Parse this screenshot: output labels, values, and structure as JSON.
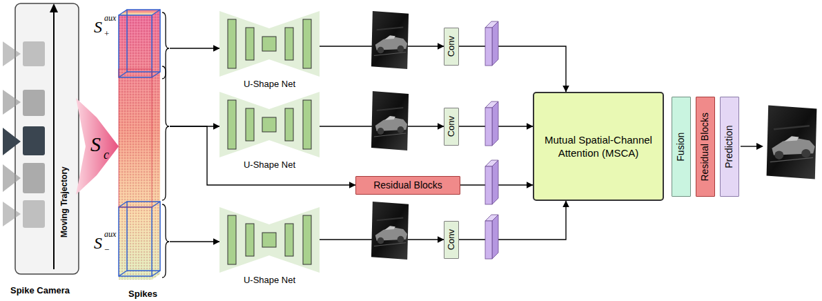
{
  "diagram": {
    "nodes": [
      {
        "text": [
          "Spikes"
        ]
      },
      {
        "text": [
          "U-Shape Net"
        ]
      },
      {
        "text": [
          "U-Shape Net"
        ]
      },
      {
        "text": [
          "U-Shape Net"
        ]
      },
      {
        "text": [
          "Conv"
        ]
      },
      {
        "text": [
          "Conv"
        ]
      },
      {
        "text": [
          "Conv"
        ]
      },
      {
        "text": [
          "Residual Blocks"
        ]
      },
      {
        "text": [
          "Mutual Spatial-Channel Attention (MSCA)"
        ]
      },
      {
        "text": [
          "Fusion"
        ]
      },
      {
        "text": [
          "Residual Blocks"
        ]
      },
      {
        "text": [
          "Prediction"
        ]
      }
    ],
    "edges": [
      {
        "from": 0,
        "to": 1,
        "arrow": "to"
      },
      {
        "from": 0,
        "to": 2,
        "arrow": "to"
      },
      {
        "from": 0,
        "to": 7,
        "arrow": "to"
      },
      {
        "from": 0,
        "to": 3,
        "arrow": "to"
      },
      {
        "from": 1,
        "to": 4,
        "arrow": "to"
      },
      {
        "from": 2,
        "to": 5,
        "arrow": "to"
      },
      {
        "from": 3,
        "to": 6,
        "arrow": "to"
      },
      {
        "from": 4,
        "to": 8,
        "arrow": "to"
      },
      {
        "from": 5,
        "to": 8,
        "arrow": "to"
      },
      {
        "from": 7,
        "to": 8,
        "arrow": "to"
      },
      {
        "from": 6,
        "to": 8,
        "arrow": "to"
      }
    ],
    "labels": [
      "Spike Camera",
      "Moving Trajectory",
      "S",
      "aux",
      "+",
      "S",
      "c",
      "S",
      "aux",
      "−"
    ]
  }
}
